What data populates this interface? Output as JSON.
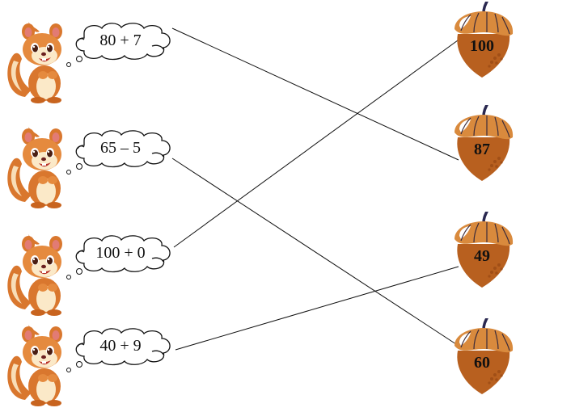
{
  "expressions": [
    {
      "text": "80 + 7",
      "answer": "87"
    },
    {
      "text": "65 – 5",
      "answer": "60"
    },
    {
      "text": "100 + 0",
      "answer": "100"
    },
    {
      "text": "40 + 9",
      "answer": "49"
    }
  ],
  "acorns": [
    "100",
    "87",
    "49",
    "60"
  ],
  "colors": {
    "acorn_body": "#b8601f",
    "acorn_cap": "#d98a3d",
    "acorn_cap_lines": "#3a2a3a",
    "stem": "#2a2850",
    "squirrel_fur": "#d9772e",
    "squirrel_belly": "#fbe9c8",
    "line": "#111111"
  },
  "matches": [
    {
      "from": 0,
      "to": 1
    },
    {
      "from": 1,
      "to": 3
    },
    {
      "from": 2,
      "to": 0
    },
    {
      "from": 3,
      "to": 2
    }
  ]
}
